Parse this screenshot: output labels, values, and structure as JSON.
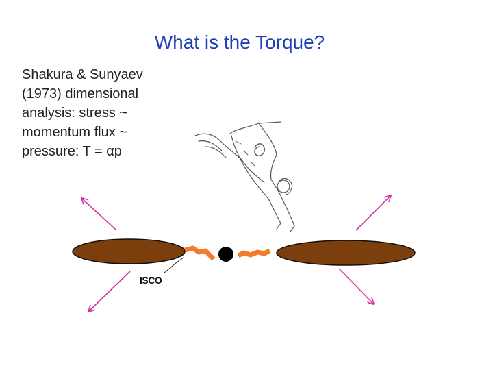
{
  "slide": {
    "title": "What is the Torque?",
    "body_lines": [
      "Shakura & Sunyaev",
      "(1973) dimensional",
      "analysis: stress ~",
      "momentum flux ~",
      "pressure: T = αp"
    ]
  },
  "diagram": {
    "isco_label": "ISCO",
    "colors": {
      "disk_fill": "#7a3f0c",
      "disk_stroke": "#1a0f05",
      "plunging_flow": "#f47b2a",
      "black_hole": "#000000",
      "arrows": "#d62ea0",
      "title": "#1f3fb5"
    }
  }
}
